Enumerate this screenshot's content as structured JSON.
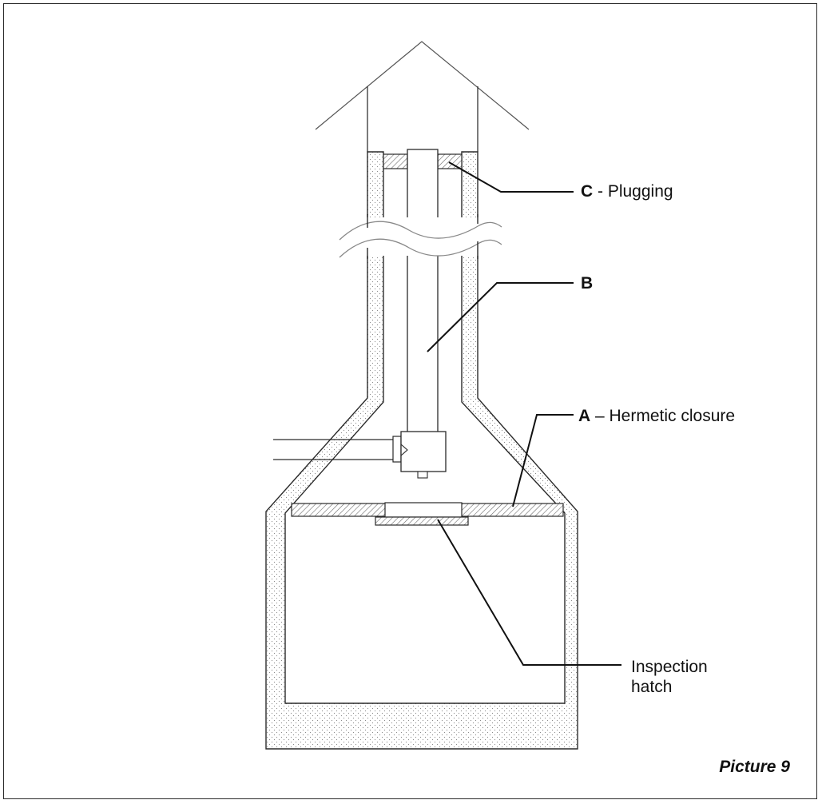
{
  "labels": {
    "c_letter": "C",
    "c_text": " - Plugging",
    "b_letter": "B",
    "a_letter": "A",
    "a_text": " – Hermetic closure",
    "hatch_line1": "Inspection",
    "hatch_line2": "hatch"
  },
  "caption": "Picture 9",
  "colors": {
    "line": "#2a2a2a",
    "stipple": "#8a8a8a",
    "hatch": "#6a6a6a",
    "background": "#ffffff"
  }
}
